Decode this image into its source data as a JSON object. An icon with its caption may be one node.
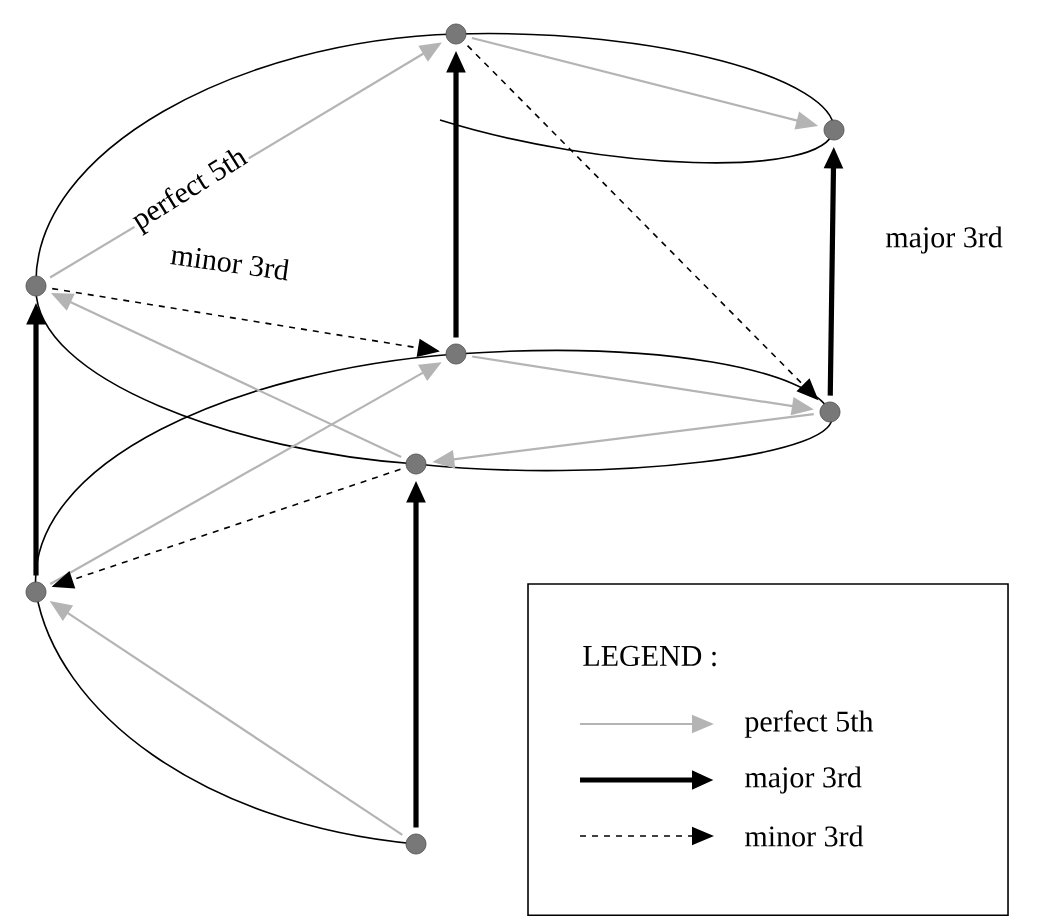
{
  "diagram": {
    "nodes": [
      {
        "text": [],
        "shape": "circle"
      },
      {
        "text": [],
        "shape": "circle"
      },
      {
        "text": [],
        "shape": "circle"
      },
      {
        "text": [],
        "shape": "circle"
      },
      {
        "text": [],
        "shape": "circle"
      },
      {
        "text": [],
        "shape": "circle"
      },
      {
        "text": [],
        "shape": "circle"
      },
      {
        "text": [],
        "shape": "circle"
      }
    ],
    "edges": [
      {
        "from": 2,
        "to": 0,
        "arrow": "to",
        "label": "perfect 5th"
      },
      {
        "from": 0,
        "to": 1,
        "arrow": "to"
      },
      {
        "from": 3,
        "to": 0,
        "arrow": "to",
        "style": "thick",
        "color": "#000000"
      },
      {
        "from": 0,
        "to": 4,
        "arrow": "to",
        "style": "dashed",
        "color": "#000000"
      },
      {
        "from": 4,
        "to": 1,
        "arrow": "to",
        "style": "thick",
        "color": "#000000",
        "label": "major 3rd"
      },
      {
        "from": 2,
        "to": 3,
        "arrow": "to",
        "style": "dashed",
        "color": "#000000",
        "label": "minor 3rd"
      },
      {
        "from": 6,
        "to": 2,
        "arrow": "to",
        "style": "thick",
        "color": "#000000"
      },
      {
        "from": 3,
        "to": 4,
        "arrow": "to"
      },
      {
        "from": 4,
        "to": 5,
        "arrow": "to"
      },
      {
        "from": 5,
        "to": 2,
        "arrow": "to"
      },
      {
        "from": 6,
        "to": 3,
        "arrow": "to"
      },
      {
        "from": 5,
        "to": 6,
        "arrow": "to",
        "style": "dashed",
        "color": "#000000"
      },
      {
        "from": 7,
        "to": 6,
        "arrow": "to"
      },
      {
        "from": 7,
        "to": 5,
        "arrow": "to",
        "style": "thick",
        "color": "#000000"
      }
    ],
    "labels": [
      "LEGEND :"
    ],
    "legend": [
      {
        "text": "perfect 5th"
      },
      {
        "text": "major 3rd"
      },
      {
        "text": "minor 3rd"
      }
    ]
  }
}
